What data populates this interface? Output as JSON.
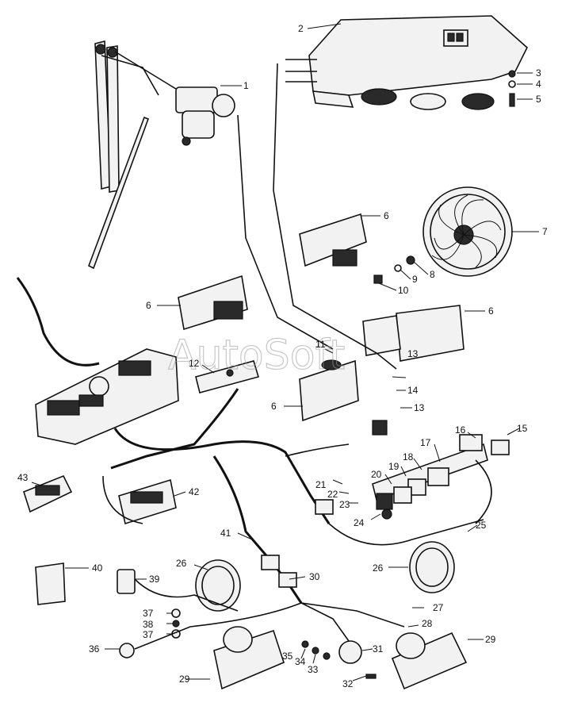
{
  "watermark": "AutoSoft",
  "callouts": {
    "c1": "1",
    "c2": "2",
    "c3": "3",
    "c4": "4",
    "c5": "5",
    "c6": "6",
    "c7": "7",
    "c8": "8",
    "c9": "9",
    "c10": "10",
    "c11": "11",
    "c12": "12",
    "c13": "13",
    "c14": "14",
    "c15": "15",
    "c16": "16",
    "c17": "17",
    "c18": "18",
    "c19": "19",
    "c20": "20",
    "c21": "21",
    "c22": "22",
    "c23": "23",
    "c24": "24",
    "c25": "25",
    "c26": "26",
    "c27": "27",
    "c28": "28",
    "c29": "29",
    "c30": "30",
    "c31": "31",
    "c32": "32",
    "c33": "33",
    "c34": "34",
    "c35": "35",
    "c36": "36",
    "c37": "37",
    "c38": "38",
    "c39": "39",
    "c40": "40",
    "c41": "41",
    "c42": "42",
    "c43": "43"
  }
}
